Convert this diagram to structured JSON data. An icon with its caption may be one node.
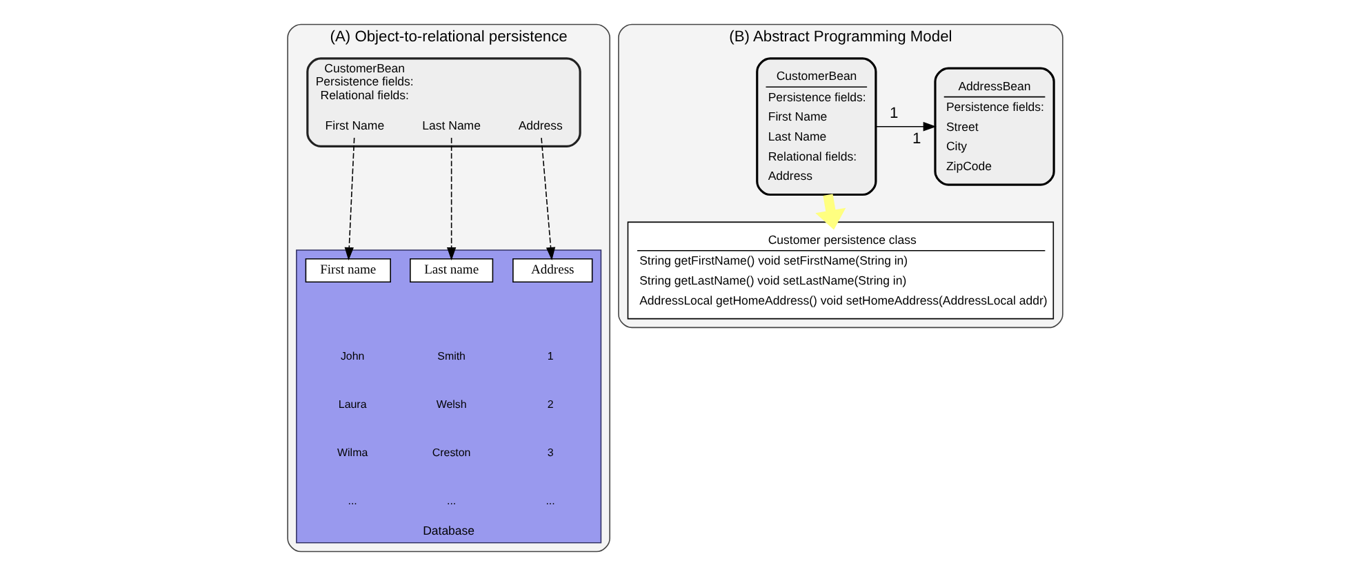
{
  "diagram": {
    "nodes": [
      {
        "text": [
          "(A) Object-to-relational persistence"
        ]
      },
      {
        "text": [
          "CustomerBean",
          "Persistence fields:",
          "Relational fields:"
        ],
        "in": 0
      },
      {
        "text": [
          "First Name"
        ],
        "in": 1
      },
      {
        "text": [
          "Last Name"
        ],
        "in": 1
      },
      {
        "text": [
          "Address"
        ],
        "in": 1
      },
      {
        "text": [
          "Database"
        ],
        "in": 0
      },
      {
        "text": [
          "First name"
        ],
        "in": 5
      },
      {
        "text": [
          "Last name"
        ],
        "in": 5
      },
      {
        "text": [
          "Address"
        ],
        "in": 5
      },
      {
        "text": [
          "(B) Abstract Programming Model"
        ]
      },
      {
        "text": [
          "CustomerBean",
          "Persistence fields:",
          "First Name",
          "Last Name",
          "Relational fields:",
          "Address"
        ],
        "in": 9
      },
      {
        "text": [
          "AddressBean",
          "Persistence fields:",
          "Street",
          "City",
          "ZipCode"
        ],
        "in": 9
      },
      {
        "text": [
          "Customer persistence class",
          "String getFirstName() void setFirstName(String in)",
          "String getLastName() void setLastName(String in)",
          "AddressLocal getHomeAddress() void setHomeAddress(AddressLocal addr)"
        ],
        "in": 9
      }
    ],
    "edges": [
      {
        "from": 2,
        "to": 6,
        "arrow": "to",
        "style": "dashed"
      },
      {
        "from": 3,
        "to": 7,
        "arrow": "to",
        "style": "dashed"
      },
      {
        "from": 4,
        "to": 8,
        "arrow": "to",
        "style": "dashed"
      },
      {
        "from": 10,
        "to": 11,
        "arrow": "to"
      },
      {
        "from": 10,
        "to": 12,
        "arrow": "to",
        "style": "thick",
        "color": "#ffff80"
      }
    ],
    "labels": [
      "1",
      "1",
      "John",
      "Smith",
      "1",
      "Laura",
      "Welsh",
      "2",
      "Wilma",
      "Creston",
      "3",
      "...",
      "...",
      "..."
    ]
  }
}
